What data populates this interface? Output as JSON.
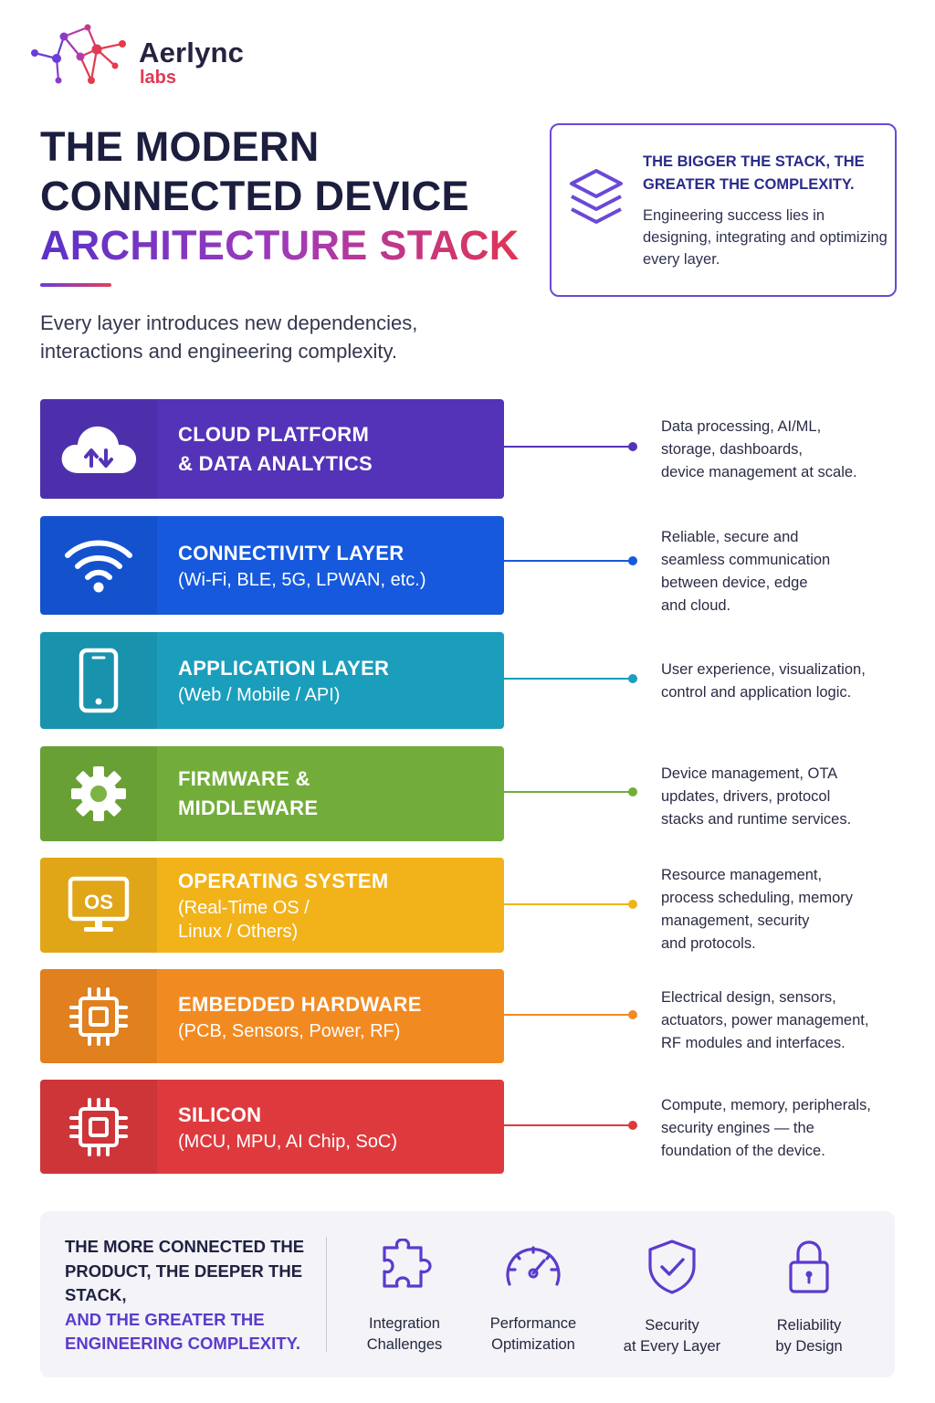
{
  "brand": {
    "name": "Aerlync",
    "sub": "labs"
  },
  "title": {
    "line1": "THE MODERN",
    "line2": "CONNECTED DEVICE",
    "line3": "ARCHITECTURE STACK"
  },
  "subtitle": "Every layer introduces new dependencies, interactions and engineering complexity.",
  "callout": {
    "heading": "THE BIGGER THE STACK, THE GREATER THE COMPLEXITY.",
    "text": "Engineering success lies in designing, integrating and optimizing every layer.",
    "icon": "layers-icon"
  },
  "layers": [
    {
      "name": "CLOUD PLATFORM\n& DATA ANALYTICS",
      "sub": "",
      "icon": "cloud-sync-icon",
      "color": "#5433b8",
      "desc": "Data processing, AI/ML,\nstorage, dashboards,\ndevice management at scale."
    },
    {
      "name": "CONNECTIVITY LAYER",
      "sub": "(Wi-Fi, BLE, 5G, LPWAN, etc.)",
      "icon": "wifi-icon",
      "color": "#1659dd",
      "desc": "Reliable, secure and\nseamless communication\nbetween device, edge\nand cloud."
    },
    {
      "name": "APPLICATION LAYER",
      "sub": "(Web / Mobile / API)",
      "icon": "smartphone-icon",
      "color": "#1b9ebc",
      "desc": "User experience, visualization,\ncontrol and application logic."
    },
    {
      "name": "FIRMWARE &\nMIDDLEWARE",
      "sub": "",
      "icon": "gear-icon",
      "color": "#72ad3a",
      "desc": "Device management, OTA\nupdates, drivers, protocol\nstacks and runtime services."
    },
    {
      "name": "OPERATING SYSTEM",
      "sub": "(Real-Time OS /\nLinux / Others)",
      "icon": "os-monitor-icon",
      "icon_text": "OS",
      "color": "#f2b31a",
      "desc": "Resource management,\nprocess scheduling, memory\nmanagement, security\nand protocols."
    },
    {
      "name": "EMBEDDED HARDWARE",
      "sub": "(PCB, Sensors, Power, RF)",
      "icon": "circuit-board-icon",
      "color": "#f28a22",
      "desc": "Electrical design, sensors,\nactuators, power management,\nRF modules and interfaces."
    },
    {
      "name": "SILICON",
      "sub": "(MCU, MPU, AI Chip, SoC)",
      "icon": "chip-icon",
      "color": "#de3a3e",
      "desc": "Compute, memory, peripherals,\nsecurity engines — the\nfoundation of the device."
    }
  ],
  "bottom": {
    "text_dark": "THE MORE CONNECTED THE PRODUCT, THE DEEPER THE STACK,",
    "text_accent": "AND THE GREATER THE ENGINEERING COMPLEXITY.",
    "features": [
      {
        "label": "Integration\nChallenges",
        "icon": "puzzle-icon"
      },
      {
        "label": "Performance\nOptimization",
        "icon": "gauge-icon"
      },
      {
        "label": "Security\nat Every Layer",
        "icon": "shield-check-icon"
      },
      {
        "label": "Reliability\nby Design",
        "icon": "padlock-icon"
      }
    ]
  }
}
